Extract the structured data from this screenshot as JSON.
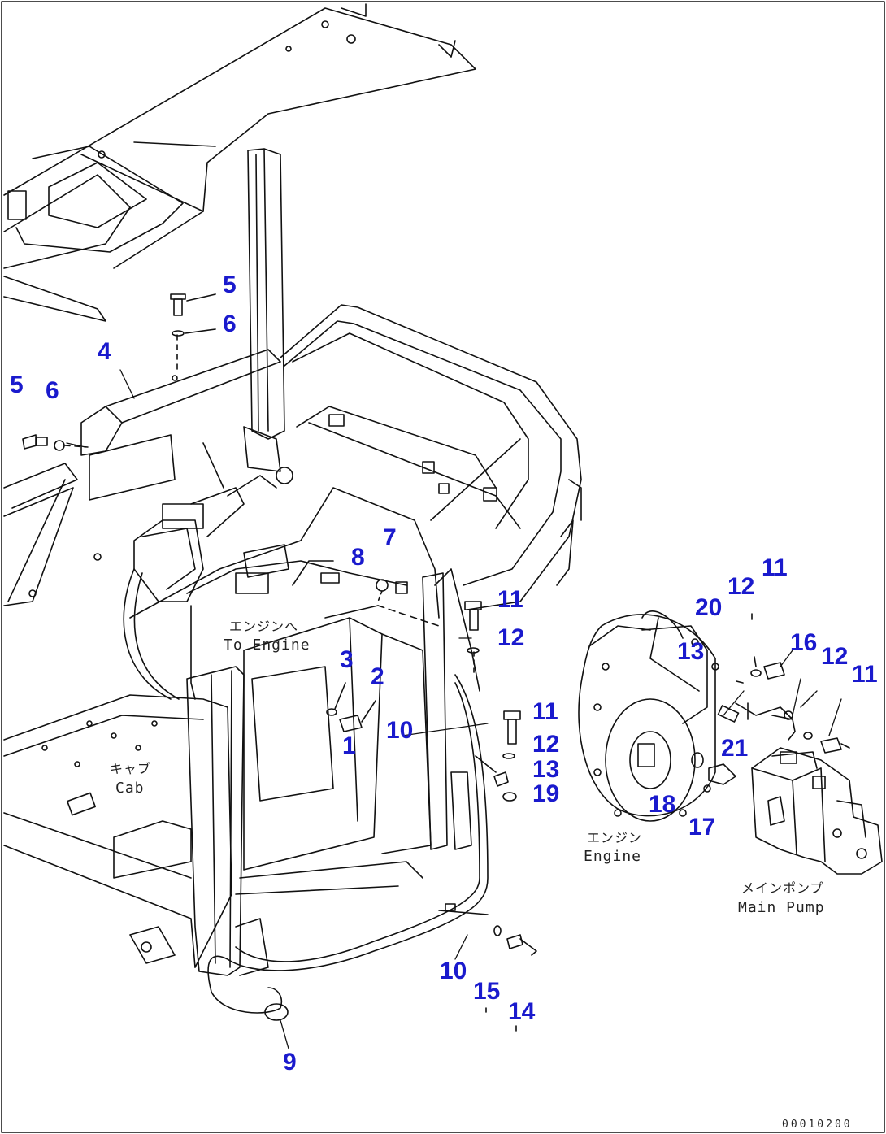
{
  "colors": {
    "callout": "#1a1acd",
    "line": "#111111",
    "background": "#ffffff"
  },
  "labels": {
    "to_engine_jp": "エンジンへ",
    "to_engine_en": "To Engine",
    "cab_jp": "キャブ",
    "cab_en": "Cab",
    "engine_jp": "エンジン",
    "engine_en": "Engine",
    "main_pump_jp": "メインポンプ",
    "main_pump_en": "Main Pump"
  },
  "drawing_code": "00010200",
  "callouts": {
    "c1": "1",
    "c2": "2",
    "c3": "3",
    "c4": "4",
    "c5a": "5",
    "c5b": "5",
    "c6a": "6",
    "c6b": "6",
    "c7": "7",
    "c8": "8",
    "c9": "9",
    "c10a": "10",
    "c10b": "10",
    "c11a": "11",
    "c11b": "11",
    "c11c": "11",
    "c11d": "11",
    "c12a": "12",
    "c12b": "12",
    "c12c": "12",
    "c12d": "12",
    "c13a": "13",
    "c13b": "13",
    "c14": "14",
    "c15": "15",
    "c16": "16",
    "c17": "17",
    "c18": "18",
    "c19": "19",
    "c20": "20",
    "c21": "21"
  }
}
